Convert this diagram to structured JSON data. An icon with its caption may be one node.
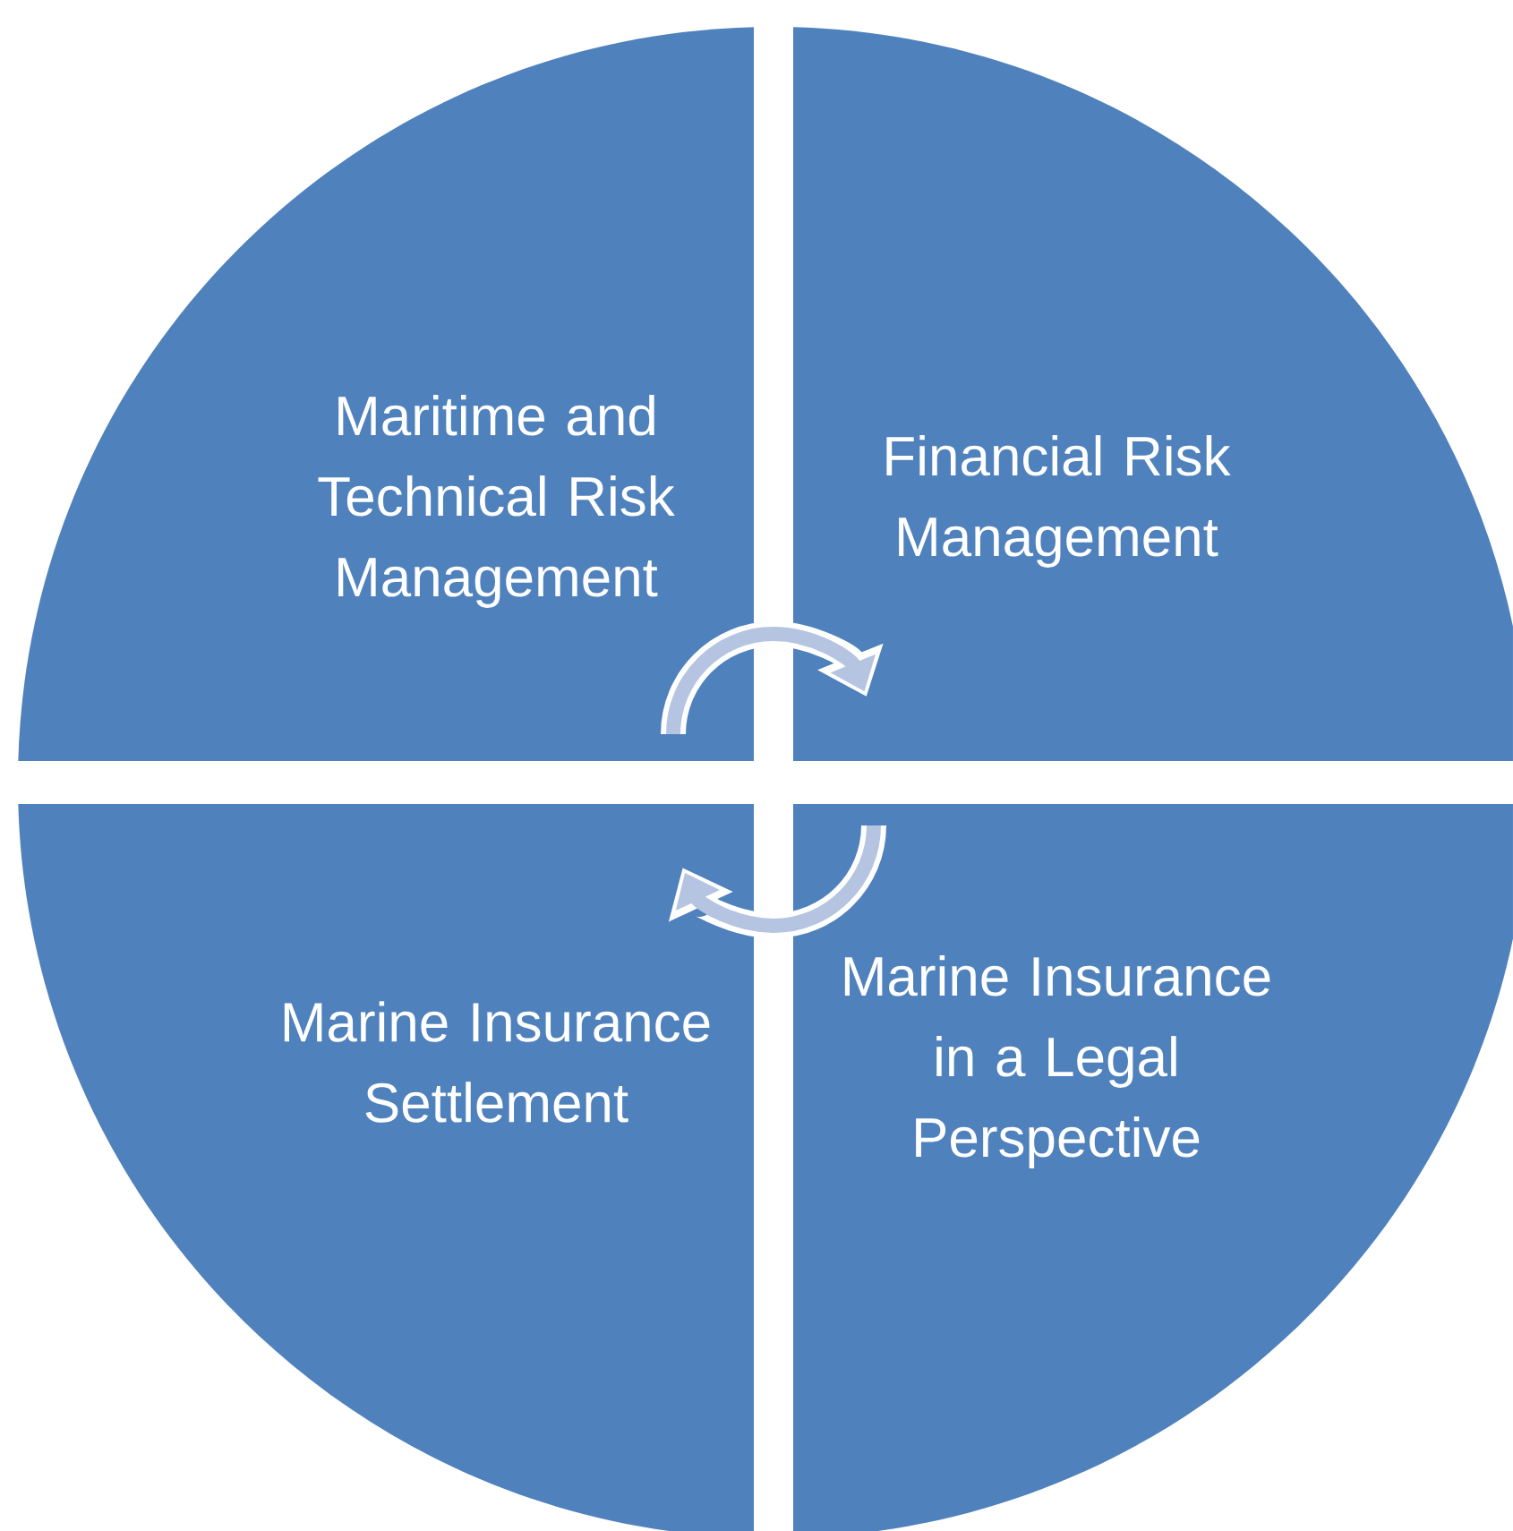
{
  "diagram": {
    "nodes": [
      {
        "text": [
          "Maritime and Technical Risk Management"
        ]
      },
      {
        "text": [
          "Financial Risk Management"
        ]
      },
      {
        "text": [
          "Marine Insurance Settlement"
        ]
      },
      {
        "text": [
          "Marine Insurance in a Legal Perspective"
        ]
      }
    ],
    "edges": [
      {
        "from": 0,
        "to": 1,
        "arrow": "to"
      },
      {
        "from": 3,
        "to": 2,
        "arrow": "to"
      }
    ]
  }
}
